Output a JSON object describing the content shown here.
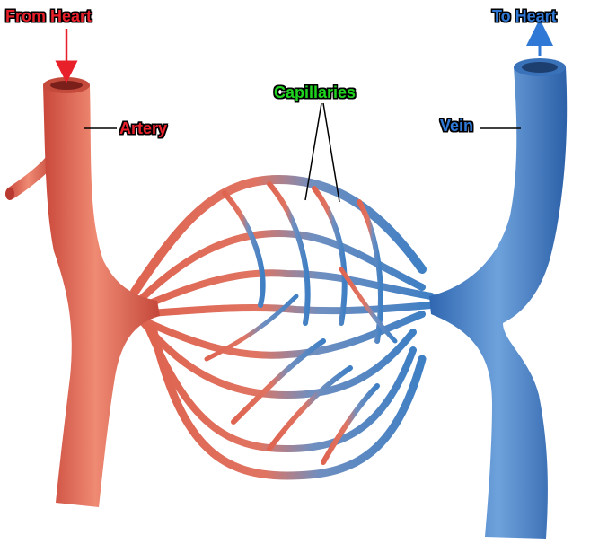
{
  "labels": {
    "from_heart": "From Heart",
    "to_heart": "To Heart",
    "artery": "Artery",
    "vein": "Vein",
    "capillaries": "Capillaries"
  },
  "colors": {
    "artery": "#e0604a",
    "vein": "#3f7fc4",
    "from_heart_text": "#e8202a",
    "to_heart_text": "#2f78d6",
    "artery_text": "#e8202a",
    "vein_text": "#2f78d6",
    "capillaries_text": "#1fd41f"
  }
}
